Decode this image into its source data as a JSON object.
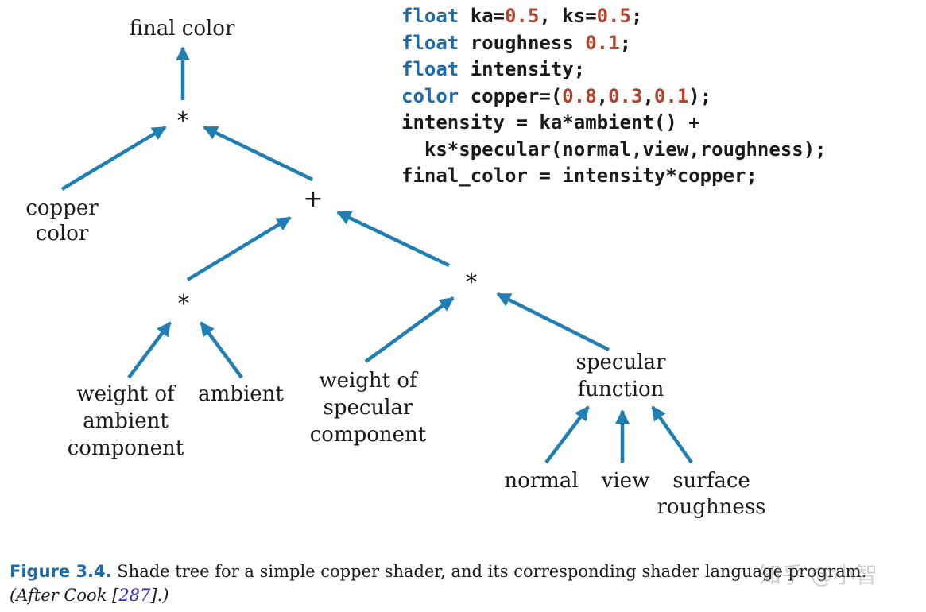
{
  "diagram": {
    "nodes": {
      "final_color": "final color",
      "mult_top": "*",
      "copper_color_1": "copper",
      "copper_color_2": "color",
      "plus": "+",
      "mult_left": "*",
      "mult_right": "*",
      "weight_ambient_1": "weight of",
      "weight_ambient_2": "ambient",
      "weight_ambient_3": "component",
      "ambient": "ambient",
      "weight_specular_1": "weight of",
      "weight_specular_2": "specular",
      "weight_specular_3": "component",
      "specular_function_1": "specular",
      "specular_function_2": "function",
      "normal": "normal",
      "view": "view",
      "surface_roughness_1": "surface",
      "surface_roughness_2": "roughness"
    }
  },
  "code": {
    "line1": {
      "kw": "float",
      "a": " ka=",
      "n1": "0.5",
      "b": ", ks=",
      "n2": "0.5",
      "c": ";"
    },
    "line2": {
      "kw": "float",
      "a": " roughness ",
      "n1": "0.1",
      "c": ";"
    },
    "line3": {
      "kw": "float",
      "a": " intensity;"
    },
    "line4": {
      "kw": "color",
      "a": " copper=(",
      "n1": "0.8",
      "s1": ",",
      "n2": "0.3",
      "s2": ",",
      "n3": "0.1",
      "c": ");"
    },
    "line5": "intensity = ka*ambient() +",
    "line6": "  ks*specular(normal,view,roughness);",
    "line7": "final_color = intensity*copper;"
  },
  "caption": {
    "label": "Figure 3.4.",
    "text": " Shade tree for a simple copper shader, and its corresponding shader language program.",
    "after_open": "(After Cook [",
    "cite": "287",
    "after_close": "].)"
  },
  "watermark": "知乎 @小智",
  "colors": {
    "arrow": "#1f7fb3",
    "keyword": "#1f6ba8",
    "number": "#b3432e",
    "figure_label": "#1f6ba8"
  }
}
